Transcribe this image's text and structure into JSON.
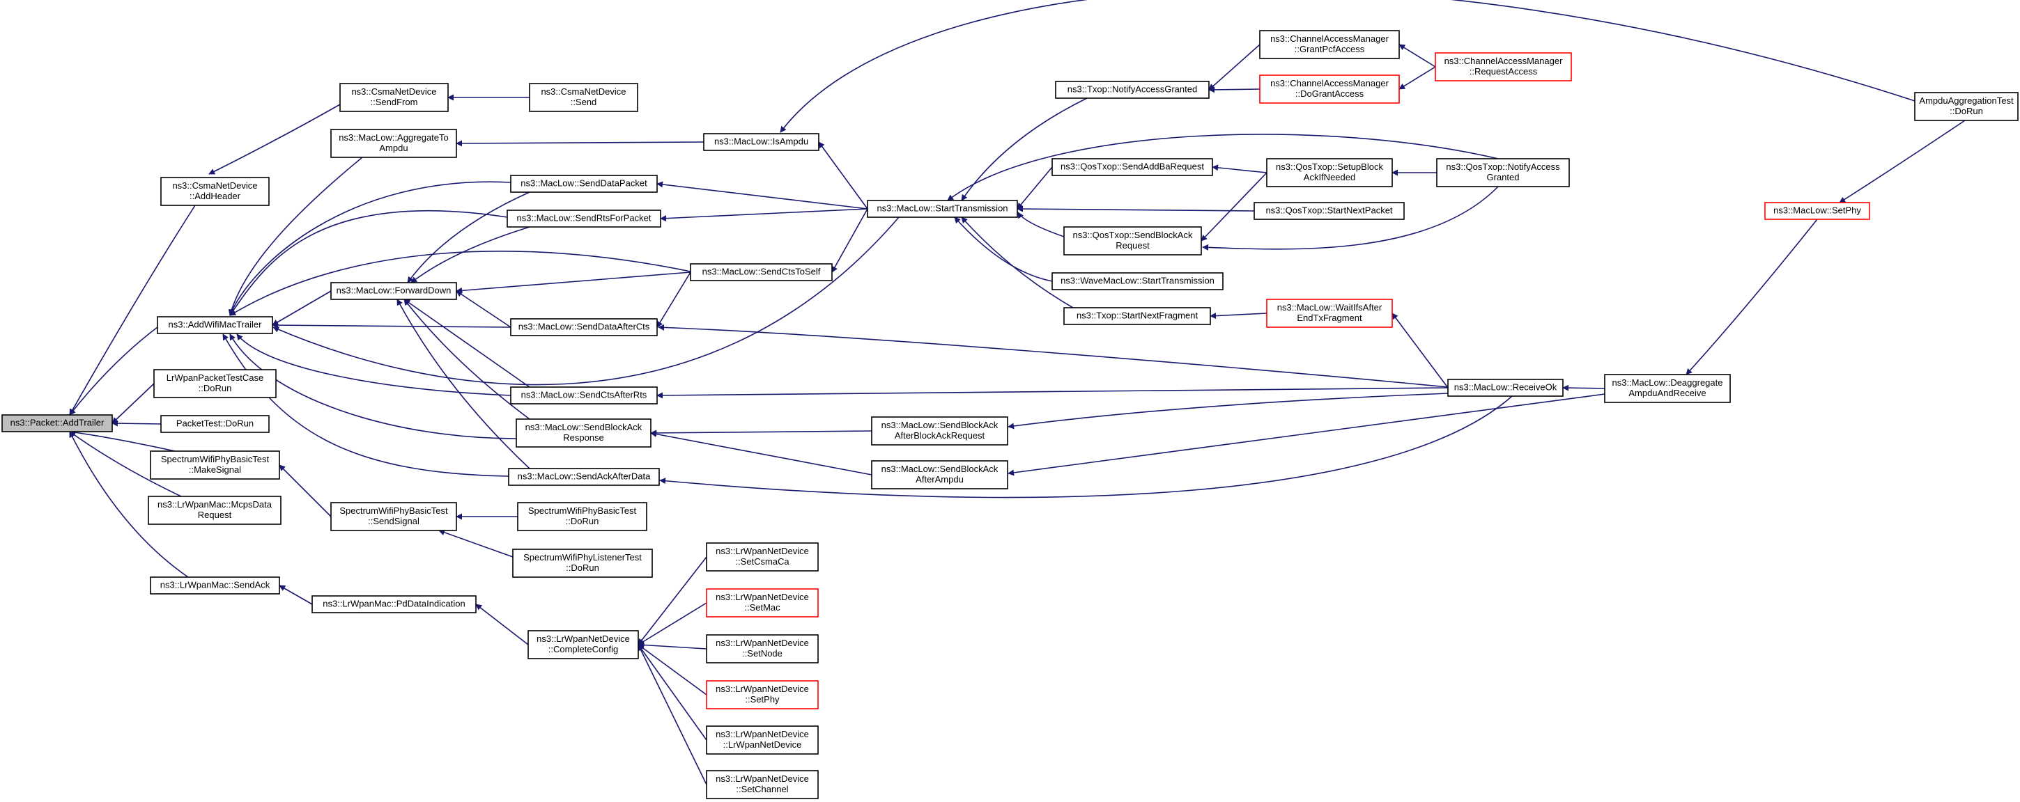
{
  "graph_title": "",
  "colors": {
    "edge": "#191970",
    "node_border": "#000000",
    "truncated_border": "#ff0000",
    "root_fill": "#bfbfbf",
    "background": "#ffffff"
  },
  "nodes": [
    {
      "id": "addtrailer",
      "lines": [
        "ns3::Packet::AddTrailer"
      ],
      "root": true
    },
    {
      "id": "addheader",
      "lines": [
        "ns3::CsmaNetDevice",
        "::AddHeader"
      ]
    },
    {
      "id": "csmasendfrom",
      "lines": [
        "ns3::CsmaNetDevice",
        "::SendFrom"
      ]
    },
    {
      "id": "csmasend",
      "lines": [
        "ns3::CsmaNetDevice",
        "::Send"
      ]
    },
    {
      "id": "addwifimac",
      "lines": [
        "ns3::AddWifiMacTrailer"
      ]
    },
    {
      "id": "lrwpantestcase",
      "lines": [
        "LrWpanPacketTestCase",
        "::DoRun"
      ]
    },
    {
      "id": "packettest",
      "lines": [
        "PacketTest::DoRun"
      ]
    },
    {
      "id": "makesignal",
      "lines": [
        "SpectrumWifiPhyBasicTest",
        "::MakeSignal"
      ]
    },
    {
      "id": "mcpsdata",
      "lines": [
        "ns3::LrWpanMac::McpsData",
        "Request"
      ]
    },
    {
      "id": "sendack",
      "lines": [
        "ns3::LrWpanMac::SendAck"
      ]
    },
    {
      "id": "aggregateto",
      "lines": [
        "ns3::MacLow::AggregateTo",
        "Ampdu"
      ]
    },
    {
      "id": "forwarddown",
      "lines": [
        "ns3::MacLow::ForwardDown"
      ]
    },
    {
      "id": "sendsignal",
      "lines": [
        "SpectrumWifiPhyBasicTest",
        "::SendSignal"
      ]
    },
    {
      "id": "pdindication",
      "lines": [
        "ns3::LrWpanMac::PdDataIndication"
      ]
    },
    {
      "id": "senddatapacket",
      "lines": [
        "ns3::MacLow::SendDataPacket"
      ]
    },
    {
      "id": "sendrts",
      "lines": [
        "ns3::MacLow::SendRtsForPacket"
      ]
    },
    {
      "id": "senddataaftercts",
      "lines": [
        "ns3::MacLow::SendDataAfterCts"
      ]
    },
    {
      "id": "sendctsafterrts",
      "lines": [
        "ns3::MacLow::SendCtsAfterRts"
      ]
    },
    {
      "id": "sendblockackresp",
      "lines": [
        "ns3::MacLow::SendBlockAck",
        "Response"
      ]
    },
    {
      "id": "sendackafterdata",
      "lines": [
        "ns3::MacLow::SendAckAfterData"
      ]
    },
    {
      "id": "basicdorun",
      "lines": [
        "SpectrumWifiPhyBasicTest",
        "::DoRun"
      ]
    },
    {
      "id": "listenerdorun",
      "lines": [
        "SpectrumWifiPhyListenerTest",
        "::DoRun"
      ]
    },
    {
      "id": "completeconfig",
      "lines": [
        "ns3::LrWpanNetDevice",
        "::CompleteConfig"
      ]
    },
    {
      "id": "isampdu",
      "lines": [
        "ns3::MacLow::IsAmpdu"
      ]
    },
    {
      "id": "sendctstoself",
      "lines": [
        "ns3::MacLow::SendCtsToSelf"
      ]
    },
    {
      "id": "blockackafterreq",
      "lines": [
        "ns3::MacLow::SendBlockAck",
        "AfterBlockAckRequest"
      ]
    },
    {
      "id": "blockackafterampdu",
      "lines": [
        "ns3::MacLow::SendBlockAck",
        "AfterAmpdu"
      ]
    },
    {
      "id": "setcsmaca",
      "lines": [
        "ns3::LrWpanNetDevice",
        "::SetCsmaCa"
      ]
    },
    {
      "id": "setmac",
      "lines": [
        "ns3::LrWpanNetDevice",
        "::SetMac"
      ],
      "truncated": true
    },
    {
      "id": "setnode",
      "lines": [
        "ns3::LrWpanNetDevice",
        "::SetNode"
      ]
    },
    {
      "id": "lrsetphy",
      "lines": [
        "ns3::LrWpanNetDevice",
        "::SetPhy"
      ],
      "truncated": true
    },
    {
      "id": "lrwpannetdevice",
      "lines": [
        "ns3::LrWpanNetDevice",
        "::LrWpanNetDevice"
      ]
    },
    {
      "id": "setchannel",
      "lines": [
        "ns3::LrWpanNetDevice",
        "::SetChannel"
      ]
    },
    {
      "id": "starttransmission",
      "lines": [
        "ns3::MacLow::StartTransmission"
      ]
    },
    {
      "id": "notifyaccessgranted",
      "lines": [
        "ns3::Txop::NotifyAccessGranted"
      ]
    },
    {
      "id": "sendaddba",
      "lines": [
        "ns3::QosTxop::SendAddBaRequest"
      ]
    },
    {
      "id": "qossendblockack",
      "lines": [
        "ns3::QosTxop::SendBlockAck",
        "Request"
      ]
    },
    {
      "id": "wavestart",
      "lines": [
        "ns3::WaveMacLow::StartTransmission"
      ]
    },
    {
      "id": "startnextfragment",
      "lines": [
        "ns3::Txop::StartNextFragment"
      ]
    },
    {
      "id": "grantpcf",
      "lines": [
        "ns3::ChannelAccessManager",
        "::GrantPcfAccess"
      ]
    },
    {
      "id": "dograntaccess",
      "lines": [
        "ns3::ChannelAccessManager",
        "::DoGrantAccess"
      ],
      "truncated": true
    },
    {
      "id": "setupblockack",
      "lines": [
        "ns3::QosTxop::SetupBlock",
        "AckIfNeeded"
      ]
    },
    {
      "id": "startnextpacket",
      "lines": [
        "ns3::QosTxop::StartNextPacket"
      ]
    },
    {
      "id": "waitifs",
      "lines": [
        "ns3::MacLow::WaitIfsAfter",
        "EndTxFragment"
      ],
      "truncated": true
    },
    {
      "id": "requestaccess",
      "lines": [
        "ns3::ChannelAccessManager",
        "::RequestAccess"
      ],
      "truncated": true
    },
    {
      "id": "qosnotifyaccess",
      "lines": [
        "ns3::QosTxop::NotifyAccess",
        "Granted"
      ]
    },
    {
      "id": "receiveok",
      "lines": [
        "ns3::MacLow::ReceiveOk"
      ]
    },
    {
      "id": "deaggregate",
      "lines": [
        "ns3::MacLow::Deaggregate",
        "AmpduAndReceive"
      ]
    },
    {
      "id": "macsetphy",
      "lines": [
        "ns3::MacLow::SetPhy"
      ],
      "truncated": true
    },
    {
      "id": "ampdutest",
      "lines": [
        "AmpduAggregationTest",
        "::DoRun"
      ]
    }
  ],
  "edges": [
    {
      "from": "addheader",
      "to": "addtrailer"
    },
    {
      "from": "addwifimac",
      "to": "addtrailer"
    },
    {
      "from": "lrwpantestcase",
      "to": "addtrailer"
    },
    {
      "from": "packettest",
      "to": "addtrailer"
    },
    {
      "from": "makesignal",
      "to": "addtrailer"
    },
    {
      "from": "mcpsdata",
      "to": "addtrailer"
    },
    {
      "from": "sendack",
      "to": "addtrailer"
    },
    {
      "from": "csmasendfrom",
      "to": "addheader"
    },
    {
      "from": "csmasend",
      "to": "csmasendfrom"
    },
    {
      "from": "aggregateto",
      "to": "addwifimac"
    },
    {
      "from": "forwarddown",
      "to": "addwifimac"
    },
    {
      "from": "senddatapacket",
      "to": "addwifimac"
    },
    {
      "from": "sendrts",
      "to": "addwifimac"
    },
    {
      "from": "sendctstoself",
      "to": "addwifimac"
    },
    {
      "from": "senddataaftercts",
      "to": "addwifimac"
    },
    {
      "from": "starttransmission",
      "to": "addwifimac"
    },
    {
      "from": "sendctsafterrts",
      "to": "addwifimac"
    },
    {
      "from": "sendblockackresp",
      "to": "addwifimac"
    },
    {
      "from": "sendackafterdata",
      "to": "addwifimac"
    },
    {
      "from": "isampdu",
      "to": "aggregateto"
    },
    {
      "from": "senddatapacket",
      "to": "forwarddown"
    },
    {
      "from": "sendrts",
      "to": "forwarddown"
    },
    {
      "from": "sendctstoself",
      "to": "forwarddown"
    },
    {
      "from": "senddataaftercts",
      "to": "forwarddown"
    },
    {
      "from": "sendctsafterrts",
      "to": "forwarddown"
    },
    {
      "from": "sendblockackresp",
      "to": "forwarddown"
    },
    {
      "from": "sendackafterdata",
      "to": "forwarddown"
    },
    {
      "from": "sendsignal",
      "to": "makesignal"
    },
    {
      "from": "basicdorun",
      "to": "sendsignal"
    },
    {
      "from": "listenerdorun",
      "to": "sendsignal"
    },
    {
      "from": "pdindication",
      "to": "sendack"
    },
    {
      "from": "completeconfig",
      "to": "pdindication"
    },
    {
      "from": "setcsmaca",
      "to": "completeconfig"
    },
    {
      "from": "setmac",
      "to": "completeconfig"
    },
    {
      "from": "setnode",
      "to": "completeconfig"
    },
    {
      "from": "lrsetphy",
      "to": "completeconfig"
    },
    {
      "from": "lrwpannetdevice",
      "to": "completeconfig"
    },
    {
      "from": "setchannel",
      "to": "completeconfig"
    },
    {
      "from": "starttransmission",
      "to": "isampdu"
    },
    {
      "from": "ampdutest",
      "to": "isampdu"
    },
    {
      "from": "starttransmission",
      "to": "senddatapacket"
    },
    {
      "from": "starttransmission",
      "to": "sendrts"
    },
    {
      "from": "starttransmission",
      "to": "sendctstoself"
    },
    {
      "from": "sendctstoself",
      "to": "senddataaftercts"
    },
    {
      "from": "receiveok",
      "to": "senddataaftercts"
    },
    {
      "from": "receiveok",
      "to": "sendctsafterrts"
    },
    {
      "from": "blockackafterreq",
      "to": "sendblockackresp"
    },
    {
      "from": "blockackafterampdu",
      "to": "sendblockackresp"
    },
    {
      "from": "receiveok",
      "to": "sendackafterdata"
    },
    {
      "from": "receiveok",
      "to": "blockackafterreq"
    },
    {
      "from": "deaggregate",
      "to": "blockackafterampdu"
    },
    {
      "from": "notifyaccessgranted",
      "to": "starttransmission"
    },
    {
      "from": "qosnotifyaccess",
      "to": "starttransmission"
    },
    {
      "from": "sendaddba",
      "to": "starttransmission"
    },
    {
      "from": "startnextpacket",
      "to": "starttransmission"
    },
    {
      "from": "qossendblockack",
      "to": "starttransmission"
    },
    {
      "from": "wavestart",
      "to": "starttransmission"
    },
    {
      "from": "startnextfragment",
      "to": "starttransmission"
    },
    {
      "from": "grantpcf",
      "to": "notifyaccessgranted"
    },
    {
      "from": "dograntaccess",
      "to": "notifyaccessgranted"
    },
    {
      "from": "setupblockack",
      "to": "sendaddba"
    },
    {
      "from": "setupblockack",
      "to": "qossendblockack"
    },
    {
      "from": "qosnotifyaccess",
      "to": "qossendblockack"
    },
    {
      "from": "waitifs",
      "to": "startnextfragment"
    },
    {
      "from": "requestaccess",
      "to": "grantpcf"
    },
    {
      "from": "requestaccess",
      "to": "dograntaccess"
    },
    {
      "from": "qosnotifyaccess",
      "to": "setupblockack"
    },
    {
      "from": "receiveok",
      "to": "waitifs"
    },
    {
      "from": "deaggregate",
      "to": "receiveok"
    },
    {
      "from": "macsetphy",
      "to": "deaggregate"
    },
    {
      "from": "ampdutest",
      "to": "macsetphy"
    }
  ]
}
